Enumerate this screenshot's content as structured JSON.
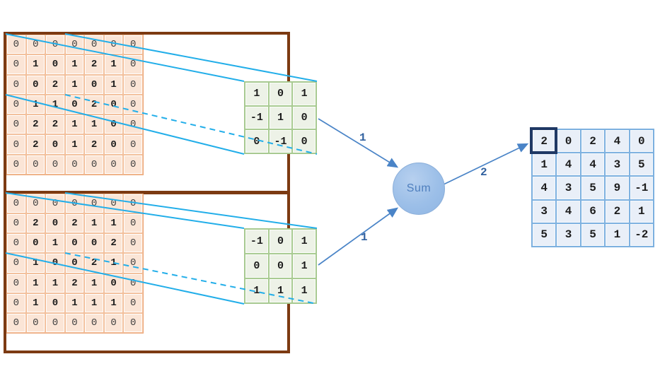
{
  "diagram": {
    "type": "convolution-sum-diagram",
    "sum_node": {
      "label": "Sum"
    },
    "edge_weights": {
      "from_kernel_1": "1",
      "from_kernel_2": "1",
      "to_output": "2"
    },
    "inputs": [
      {
        "name": "input-channel-1",
        "matrix": [
          [
            0,
            0,
            0,
            0,
            0,
            0,
            0
          ],
          [
            0,
            1,
            0,
            1,
            2,
            1,
            0
          ],
          [
            0,
            0,
            2,
            1,
            0,
            1,
            0
          ],
          [
            0,
            1,
            1,
            0,
            2,
            0,
            0
          ],
          [
            0,
            2,
            2,
            1,
            1,
            0,
            0
          ],
          [
            0,
            2,
            0,
            1,
            2,
            0,
            0
          ],
          [
            0,
            0,
            0,
            0,
            0,
            0,
            0
          ]
        ],
        "highlight_window": {
          "row": 0,
          "col": 0,
          "rows": 3,
          "cols": 3
        }
      },
      {
        "name": "input-channel-2",
        "matrix": [
          [
            0,
            0,
            0,
            0,
            0,
            0,
            0
          ],
          [
            0,
            2,
            0,
            2,
            1,
            1,
            0
          ],
          [
            0,
            0,
            1,
            0,
            0,
            2,
            0
          ],
          [
            0,
            1,
            0,
            0,
            2,
            1,
            0
          ],
          [
            0,
            1,
            1,
            2,
            1,
            0,
            0
          ],
          [
            0,
            1,
            0,
            1,
            1,
            1,
            0
          ],
          [
            0,
            0,
            0,
            0,
            0,
            0,
            0
          ]
        ],
        "highlight_window": {
          "row": 0,
          "col": 0,
          "rows": 3,
          "cols": 3
        }
      }
    ],
    "kernels": [
      {
        "name": "kernel-1",
        "matrix": [
          [
            1,
            0,
            1
          ],
          [
            -1,
            1,
            0
          ],
          [
            0,
            -1,
            0
          ]
        ]
      },
      {
        "name": "kernel-2",
        "matrix": [
          [
            -1,
            0,
            1
          ],
          [
            0,
            0,
            1
          ],
          [
            1,
            1,
            1
          ]
        ]
      }
    ],
    "output": {
      "name": "output-feature-map",
      "matrix": [
        [
          2,
          0,
          2,
          4,
          0
        ],
        [
          1,
          4,
          4,
          3,
          5
        ],
        [
          4,
          3,
          5,
          9,
          -1
        ],
        [
          3,
          4,
          6,
          2,
          1
        ],
        [
          5,
          3,
          5,
          1,
          -2
        ]
      ],
      "highlight_cell": {
        "row": 0,
        "col": 0,
        "value": 2
      }
    },
    "colors": {
      "input_fill": "#fbe5d6",
      "input_border": "#f3c09c",
      "kernel_fill": "#edf2e7",
      "kernel_border": "#a9cb92",
      "output_fill": "#e9eff8",
      "output_border": "#7fb2e0",
      "input_window_border": "#7c3a12",
      "output_window_border": "#1f3864",
      "projection_line": "#22aee9",
      "arrow": "#4a84c7",
      "edge_label_text": "#31619f",
      "sum_fill": "#9cbfe8",
      "sum_text": "#4f7fbe"
    }
  }
}
